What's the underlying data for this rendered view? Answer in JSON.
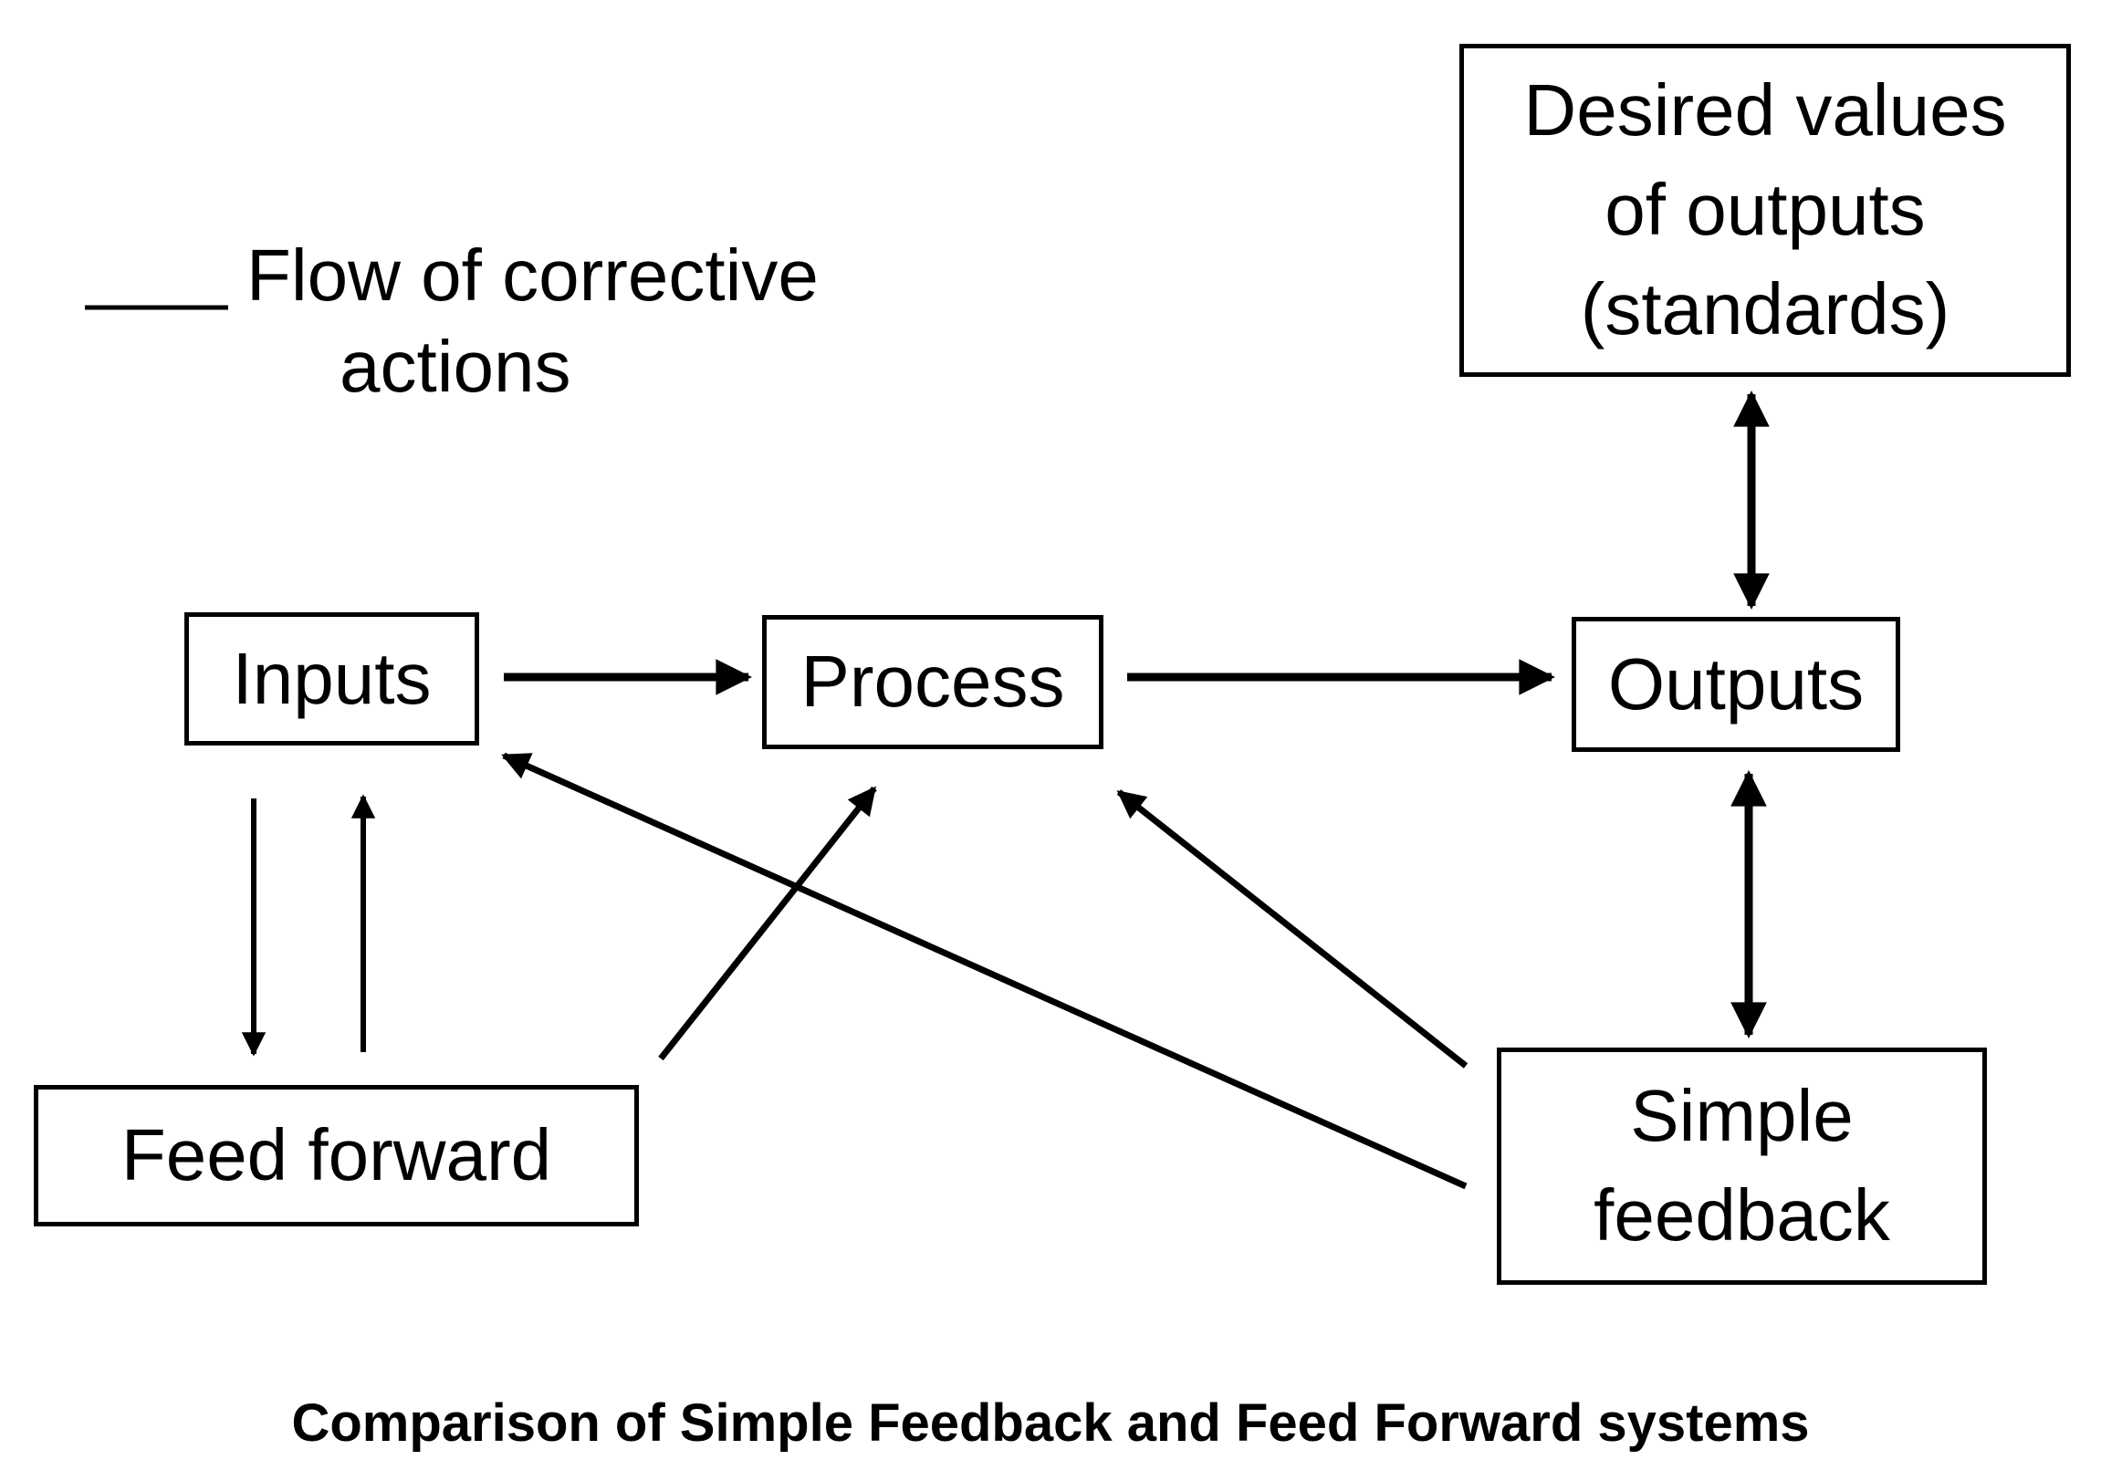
{
  "diagram": {
    "caption": "Comparison of Simple Feedback and Feed Forward systems",
    "legend": {
      "symbol": "solid-line",
      "text_line1": "Flow of corrective",
      "text_line2": "actions",
      "full_text": "Flow of corrective actions"
    },
    "nodes": {
      "desired_values": {
        "label": "Desired values\nof outputs\n(standards)"
      },
      "inputs": {
        "label": "Inputs"
      },
      "process": {
        "label": "Process"
      },
      "outputs": {
        "label": "Outputs"
      },
      "feed_forward": {
        "label": "Feed forward"
      },
      "simple_feedback": {
        "label": "Simple\nfeedback"
      }
    },
    "connections": [
      {
        "from": "inputs",
        "to": "process",
        "type": "single-arrow"
      },
      {
        "from": "process",
        "to": "outputs",
        "type": "single-arrow"
      },
      {
        "from": "desired_values",
        "to": "outputs",
        "type": "double-arrow"
      },
      {
        "from": "outputs",
        "to": "simple_feedback",
        "type": "double-arrow"
      },
      {
        "from": "inputs",
        "to": "feed_forward",
        "type": "single-arrow"
      },
      {
        "from": "feed_forward",
        "to": "inputs",
        "type": "single-arrow"
      },
      {
        "from": "feed_forward",
        "to": "process",
        "type": "single-arrow"
      },
      {
        "from": "simple_feedback",
        "to": "process",
        "type": "single-arrow"
      },
      {
        "from": "simple_feedback",
        "to": "inputs",
        "type": "single-arrow"
      }
    ],
    "colors": {
      "ink": "#000000",
      "background": "#ffffff"
    }
  }
}
